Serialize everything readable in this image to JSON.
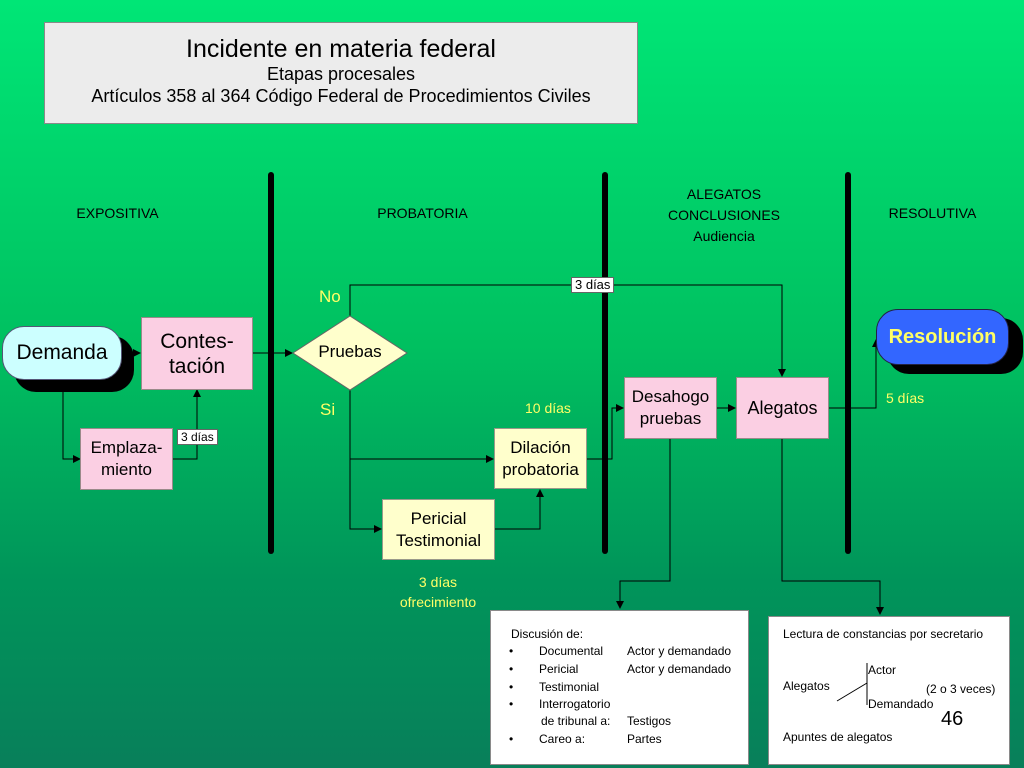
{
  "title": {
    "line1": "Incidente en materia federal",
    "line2": "Etapas procesales",
    "line3": "Artículos 358 al 364 Código Federal de Procedimientos Civiles"
  },
  "phases": {
    "expositiva": "EXPOSITIVA",
    "probatoria": "PROBATORIA",
    "alegatos": [
      "ALEGATOS",
      "CONCLUSIONES",
      "Audiencia"
    ],
    "resolutiva": "RESOLUTIVA"
  },
  "nodes": {
    "demanda": "Demanda",
    "contestacion": [
      "Contes-",
      "tación"
    ],
    "emplazamiento": [
      "Emplaza-",
      "miento"
    ],
    "pruebas": "Pruebas",
    "dilacion": [
      "Dilación",
      "probatoria"
    ],
    "pericial": [
      "Pericial",
      "Testimonial"
    ],
    "desahogo": [
      "Desahogo",
      "pruebas"
    ],
    "alegatos": "Alegatos",
    "resolucion": "Resolución"
  },
  "labels": {
    "no": "No",
    "si": "Si",
    "tres_dias_top": "3 días",
    "tres_dias_emplaz": "3 días",
    "diez_dias": "10 días",
    "cinco_dias": "5 días",
    "ofrecimiento": [
      "3 días",
      "ofrecimiento"
    ]
  },
  "discusion": {
    "heading": "Discusión de:",
    "rows": [
      {
        "bullet": "•",
        "item": "Documental",
        "who": "Actor y demandado"
      },
      {
        "bullet": "•",
        "item": "Pericial",
        "who": "Actor y demandado"
      },
      {
        "bullet": "•",
        "item": "Testimonial",
        "who": ""
      },
      {
        "bullet": "•",
        "item": "Interrogatorio",
        "who": ""
      },
      {
        "bullet": "",
        "item": "de tribunal a:",
        "who": "Testigos"
      },
      {
        "bullet": "•",
        "item": "Careo a:",
        "who": "Partes"
      }
    ]
  },
  "lectura": {
    "heading": "Lectura de constancias por secretario",
    "alegatos": "Alegatos",
    "actor": "Actor",
    "demandado": "Demandado",
    "veces": "(2 o 3 veces)",
    "apuntes": "Apuntes de alegatos"
  },
  "page_number": "46"
}
